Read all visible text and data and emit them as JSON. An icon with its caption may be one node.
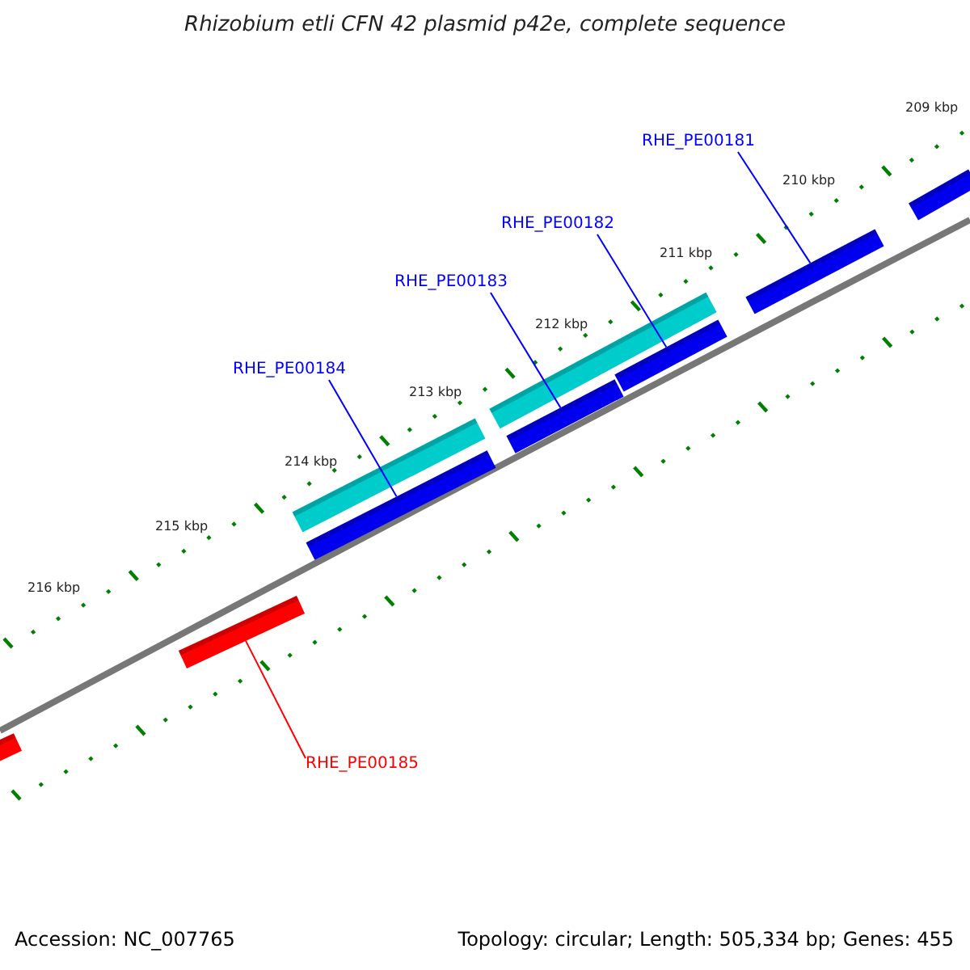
{
  "diagram": {
    "title": "Rhizobium etli CFN 42 plasmid p42e, complete sequence",
    "nodes": [
      {
        "text": [
          "RHE_PE00181"
        ]
      },
      {
        "text": [
          "RHE_PE00182"
        ]
      },
      {
        "text": [
          "RHE_PE00183"
        ]
      },
      {
        "text": [
          "RHE_PE00184"
        ]
      },
      {
        "text": [
          "RHE_PE00185"
        ]
      },
      {
        "text": [],
        "shape": "bar"
      },
      {
        "text": [],
        "shape": "bar"
      },
      {
        "text": [],
        "shape": "bar"
      },
      {
        "text": [],
        "shape": "bar"
      },
      {
        "text": [],
        "shape": "bar"
      },
      {
        "text": [],
        "shape": "bar"
      },
      {
        "text": [],
        "shape": "bar"
      },
      {
        "text": [],
        "shape": "bar"
      },
      {
        "text": [],
        "shape": "bar"
      }
    ],
    "edges": [
      {
        "from": 0,
        "to": 6,
        "arrow": "none"
      },
      {
        "from": 1,
        "to": 8,
        "arrow": "none"
      },
      {
        "from": 2,
        "to": 9,
        "arrow": "none"
      },
      {
        "from": 3,
        "to": 11,
        "arrow": "none"
      },
      {
        "from": 4,
        "to": 12,
        "arrow": "none",
        "color": "#ff0000"
      }
    ],
    "labels": [
      "209 kbp",
      "210 kbp",
      "211 kbp",
      "212 kbp",
      "213 kbp",
      "214 kbp",
      "215 kbp",
      "216 kbp",
      "Accession: NC_007765",
      "Topology: circular; Length: 505,334 bp; Genes: 455"
    ]
  }
}
